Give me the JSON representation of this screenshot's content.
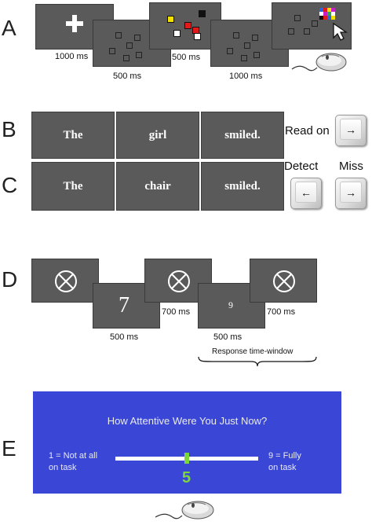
{
  "panels": {
    "a": {
      "letter": "A",
      "timings": [
        "1000 ms",
        "500 ms",
        "500 ms",
        "1000 ms"
      ],
      "colors": [
        "#f2e100",
        "#e01b1b",
        "#111111",
        "#ffffff",
        "#2a66e0",
        "#c81fc8",
        "#2aa84a"
      ]
    },
    "b": {
      "letter": "B",
      "words": [
        "The",
        "girl",
        "smiled."
      ],
      "key_label": "Read on",
      "key_symbol": "→"
    },
    "c": {
      "letter": "C",
      "words": [
        "The",
        "chair",
        "smiled."
      ],
      "detect_label": "Detect",
      "detect_symbol": "←",
      "miss_label": "Miss",
      "miss_symbol": "→"
    },
    "d": {
      "letter": "D",
      "digits": [
        "7",
        "9"
      ],
      "timings": [
        "700 ms",
        "700 ms",
        "500 ms",
        "500 ms"
      ],
      "response_window": "Response time-window"
    },
    "e": {
      "letter": "E",
      "question": "How Attentive Were You Just Now?",
      "left_anchor_1": "1 = Not at all",
      "left_anchor_2": "on task",
      "right_anchor_1": "9 = Fully",
      "right_anchor_2": "on task",
      "rating": 5,
      "rating_label": "5",
      "scale_min": 1,
      "scale_max": 9,
      "colors": {
        "background": "#3a47d6",
        "marker": "#7bd63a"
      }
    }
  }
}
